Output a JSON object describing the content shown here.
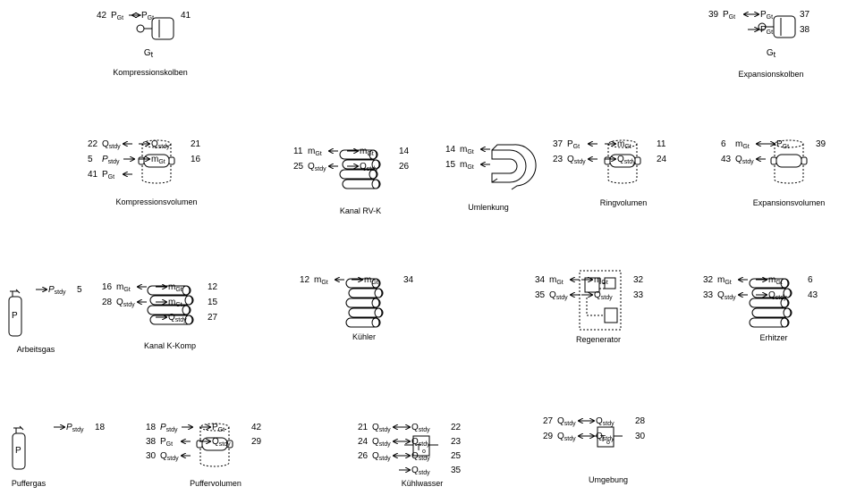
{
  "components": [
    {
      "id": "kompressionskolben",
      "label": "Kompressionskolben",
      "glyph": "Gt",
      "left": [
        {
          "num": "42",
          "sym": "PGt",
          "dir": "out"
        }
      ],
      "right": [
        {
          "num": "41",
          "sym": "PGt",
          "dir": "out"
        }
      ]
    },
    {
      "id": "expansionskolben",
      "label": "Expansionskolben",
      "glyph": "Gt",
      "left": [
        {
          "num": "39",
          "sym": "PGt",
          "dir": "out"
        }
      ],
      "right": [
        {
          "num": "37",
          "sym": "PGt",
          "dir": "out"
        },
        {
          "num": "38",
          "sym": "PGt",
          "dir": "out"
        }
      ]
    },
    {
      "id": "kompressionsvolumen",
      "label": "Kompressionsvolumen",
      "left": [
        {
          "num": "22",
          "sym": "Qstdy",
          "dir": "out"
        },
        {
          "num": "5",
          "sym": "Pstdy",
          "dir": "in"
        },
        {
          "num": "41",
          "sym": "PGt",
          "dir": "out"
        }
      ],
      "right": [
        {
          "num": "21",
          "sym": "Qstdy",
          "dir": "out"
        },
        {
          "num": "16",
          "sym": "mGt",
          "dir": "out"
        }
      ]
    },
    {
      "id": "kanal-rv-k",
      "label": "Kanal RV-K",
      "left": [
        {
          "num": "11",
          "sym": "mGt",
          "dir": "out"
        },
        {
          "num": "25",
          "sym": "Qstdy",
          "dir": "out"
        }
      ],
      "right": [
        {
          "num": "14",
          "sym": "mGt",
          "dir": "out"
        },
        {
          "num": "26",
          "sym": "Qstdy",
          "dir": "out"
        }
      ]
    },
    {
      "id": "umlenkung",
      "label": "Umlenkung",
      "left": [
        {
          "num": "14",
          "sym": "mGt",
          "dir": "out"
        },
        {
          "num": "15",
          "sym": "mGt",
          "dir": "out"
        }
      ],
      "right": []
    },
    {
      "id": "ringvolumen",
      "label": "Ringvolumen",
      "left": [
        {
          "num": "37",
          "sym": "PGt",
          "dir": "out"
        },
        {
          "num": "23",
          "sym": "Qstdy",
          "dir": "out"
        }
      ],
      "right": [
        {
          "num": "11",
          "sym": "mGt",
          "dir": "out"
        },
        {
          "num": "24",
          "sym": "Qstdy",
          "dir": "out"
        }
      ]
    },
    {
      "id": "expansionsvolumen",
      "label": "Expansionsvolumen",
      "left": [
        {
          "num": "6",
          "sym": "mGt",
          "dir": "out"
        },
        {
          "num": "43",
          "sym": "Qstdy",
          "dir": "out"
        }
      ],
      "right": [
        {
          "num": "39",
          "sym": "PGt",
          "dir": "out"
        }
      ]
    },
    {
      "id": "arbeitsgas",
      "label": "Arbeitsgas",
      "glyph": "P",
      "left": [],
      "right": [
        {
          "num": "5",
          "sym": "Pstdy",
          "dir": "out"
        }
      ]
    },
    {
      "id": "kanal-k-komp",
      "label": "Kanal K-Komp",
      "left": [
        {
          "num": "16",
          "sym": "mGt",
          "dir": "out"
        },
        {
          "num": "28",
          "sym": "Qstdy",
          "dir": "out"
        }
      ],
      "right": [
        {
          "num": "12",
          "sym": "mGt",
          "dir": "out"
        },
        {
          "num": "15",
          "sym": "mGt",
          "dir": "out"
        },
        {
          "num": "27",
          "sym": "Qstdy",
          "dir": "out"
        }
      ]
    },
    {
      "id": "kuehler",
      "label": "Kühler",
      "left": [
        {
          "num": "12",
          "sym": "mGt",
          "dir": "out"
        }
      ],
      "right": [
        {
          "num": "34",
          "sym": "mGt",
          "dir": "out"
        }
      ]
    },
    {
      "id": "regenerator",
      "label": "Regenerator",
      "left": [
        {
          "num": "34",
          "sym": "mGt",
          "dir": "out"
        },
        {
          "num": "35",
          "sym": "Qstdy",
          "dir": "out"
        }
      ],
      "right": [
        {
          "num": "32",
          "sym": "mGt",
          "dir": "out"
        },
        {
          "num": "33",
          "sym": "Qstdy",
          "dir": "out"
        }
      ]
    },
    {
      "id": "erhitzer",
      "label": "Erhitzer",
      "left": [
        {
          "num": "32",
          "sym": "mGt",
          "dir": "out"
        },
        {
          "num": "33",
          "sym": "Qstdy",
          "dir": "out"
        }
      ],
      "right": [
        {
          "num": "6",
          "sym": "mGt",
          "dir": "out"
        },
        {
          "num": "43",
          "sym": "Qstdy",
          "dir": "out"
        }
      ]
    },
    {
      "id": "puffergas",
      "label": "Puffergas",
      "glyph": "P",
      "left": [],
      "right": [
        {
          "num": "18",
          "sym": "Pstdy",
          "dir": "out"
        }
      ]
    },
    {
      "id": "puffervolumen",
      "label": "Puffervolumen",
      "left": [
        {
          "num": "18",
          "sym": "Pstdy",
          "dir": "in"
        },
        {
          "num": "38",
          "sym": "PGt",
          "dir": "out"
        },
        {
          "num": "30",
          "sym": "Qstdy",
          "dir": "out"
        }
      ],
      "right": [
        {
          "num": "42",
          "sym": "PGt",
          "dir": "out"
        },
        {
          "num": "29",
          "sym": "Qstdy",
          "dir": "out"
        }
      ]
    },
    {
      "id": "kuehlwasser",
      "label": "Kühlwasser",
      "glyph": "To",
      "left": [
        {
          "num": "21",
          "sym": "Qstdy",
          "dir": "out"
        },
        {
          "num": "24",
          "sym": "Qstdy",
          "dir": "out"
        },
        {
          "num": "26",
          "sym": "Qstdy",
          "dir": "out"
        }
      ],
      "right": [
        {
          "num": "22",
          "sym": "Qstdy",
          "dir": "out"
        },
        {
          "num": "23",
          "sym": "Qstdy",
          "dir": "out"
        },
        {
          "num": "25",
          "sym": "Qstdy",
          "dir": "out"
        },
        {
          "num": "35",
          "sym": "Qstdy",
          "dir": "out"
        }
      ]
    },
    {
      "id": "umgebung",
      "label": "Umgebung",
      "glyph": "To",
      "left": [
        {
          "num": "27",
          "sym": "Qstdy",
          "dir": "out"
        },
        {
          "num": "29",
          "sym": "Qstdy",
          "dir": "out"
        }
      ],
      "right": [
        {
          "num": "28",
          "sym": "Qstdy",
          "dir": "out"
        },
        {
          "num": "30",
          "sym": "Qstdy",
          "dir": "out"
        }
      ]
    }
  ]
}
